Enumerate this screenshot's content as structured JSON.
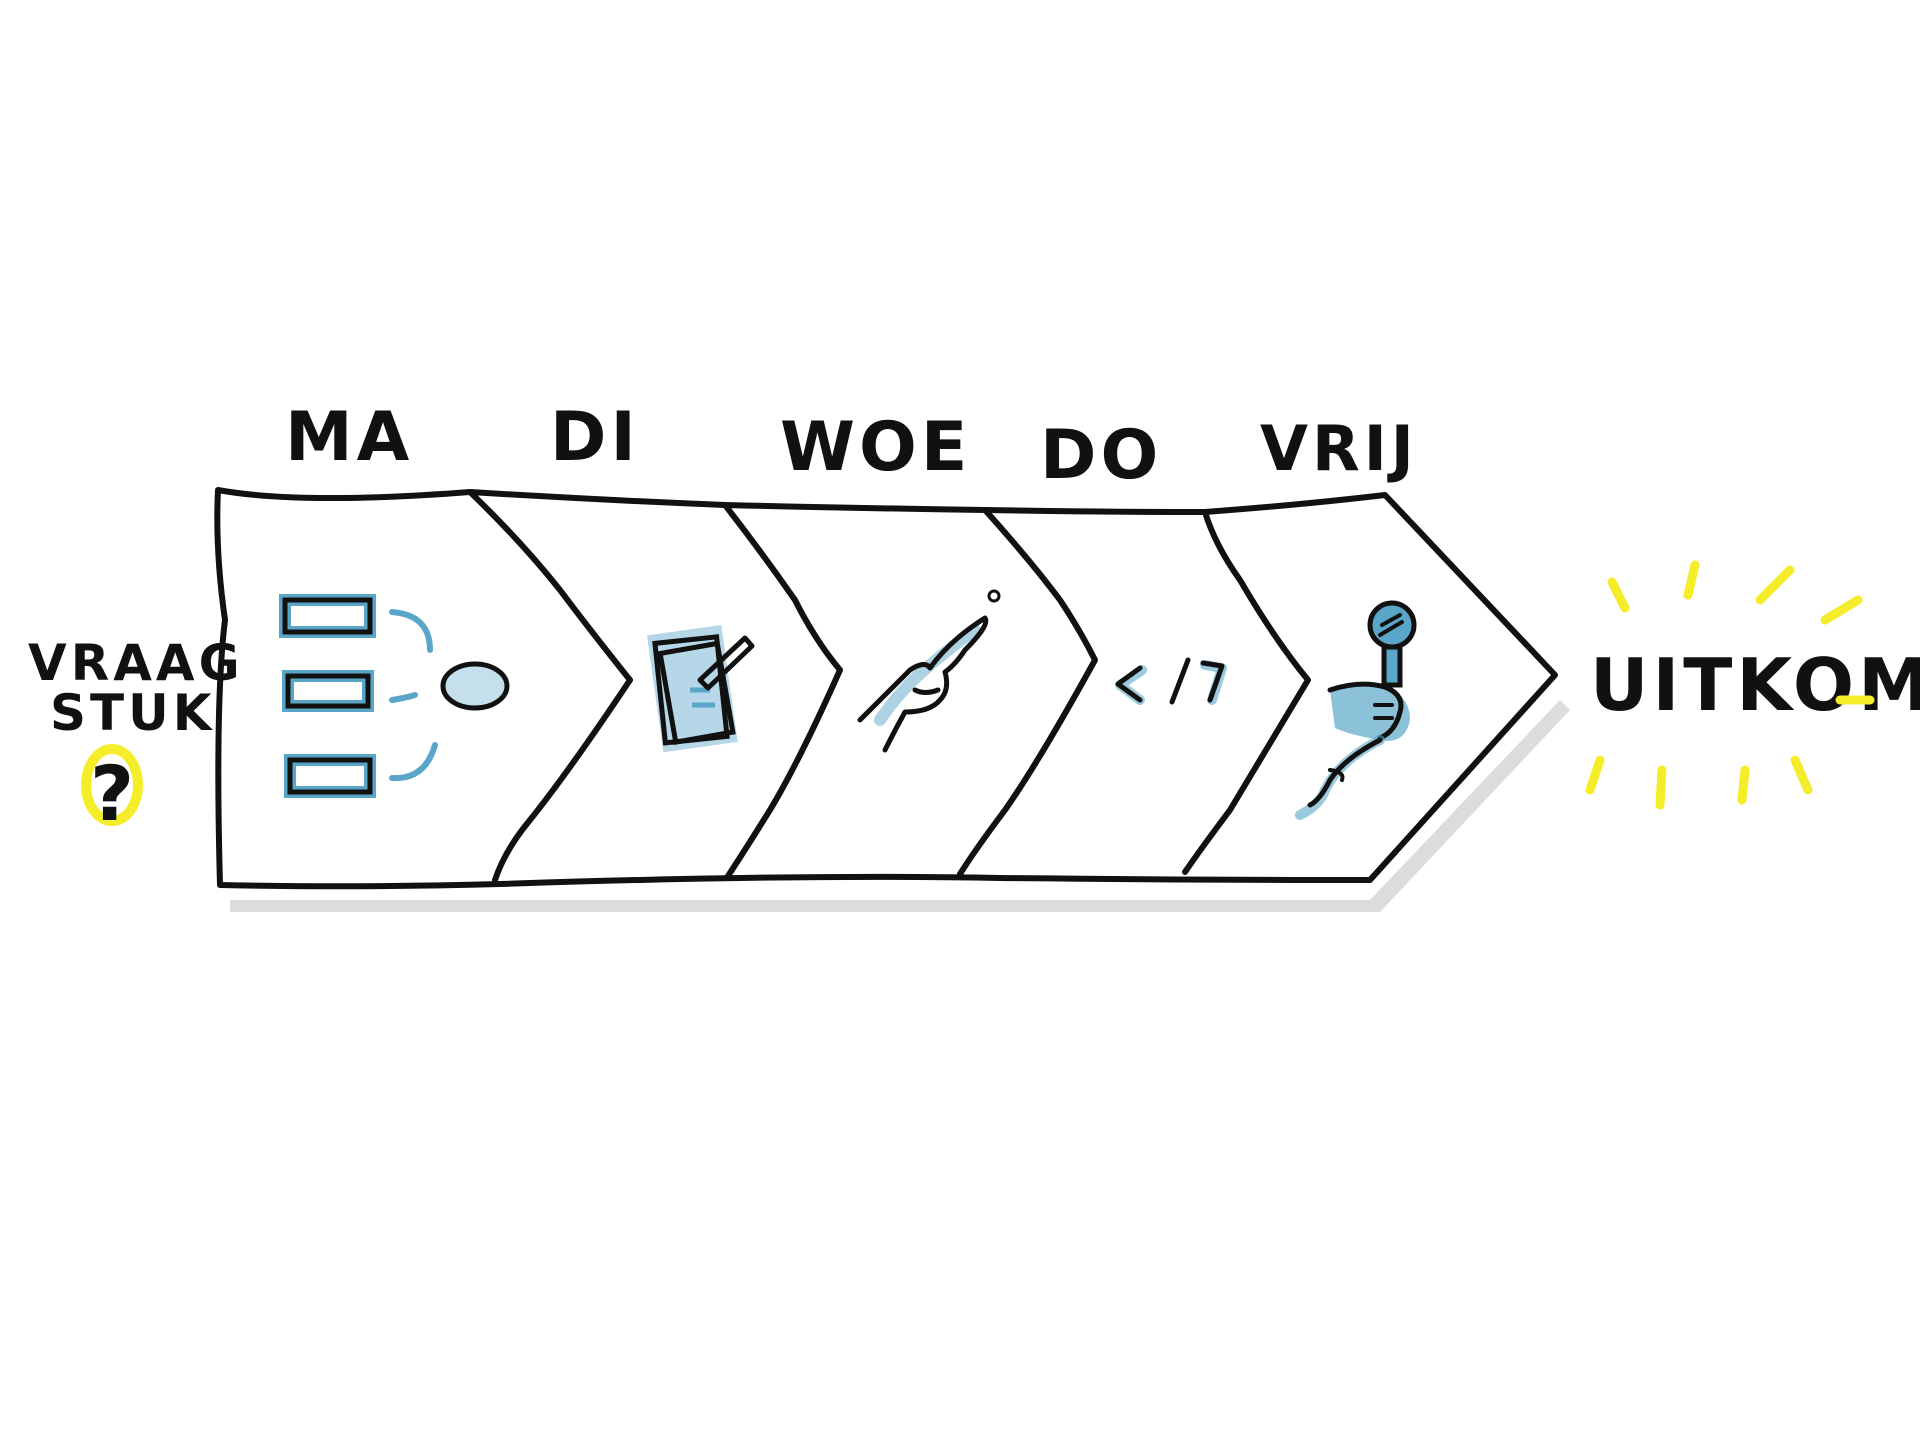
{
  "diagram": {
    "input_label_line1": "VRAAG",
    "input_label_line2": "STUK",
    "input_mark": "?",
    "output_label": "UITKOMST",
    "days": [
      {
        "label": "MA",
        "icon": "mindmap-icon"
      },
      {
        "label": "DI",
        "icon": "sketch-notepad-icon"
      },
      {
        "label": "WOE",
        "icon": "pointing-finger-icon"
      },
      {
        "label": "DO",
        "icon": "code-tag-icon"
      },
      {
        "label": "VRIJ",
        "icon": "microphone-icon"
      }
    ],
    "colors": {
      "outline": "#111111",
      "accent_blue": "#5aa6c9",
      "highlight_yellow": "#f5ec2a",
      "shadow": "#dcdcdc"
    }
  }
}
